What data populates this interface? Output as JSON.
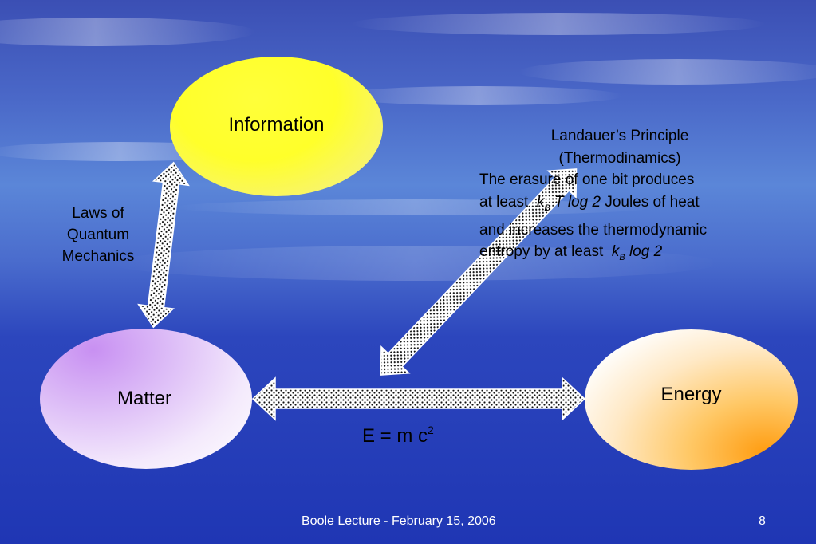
{
  "nodes": {
    "information": "Information",
    "matter": "Matter",
    "energy": "Energy"
  },
  "laws": {
    "line1": "Laws of",
    "line2": "Quantum",
    "line3": "Mechanics"
  },
  "landauer": {
    "title": "Landauer’s Principle",
    "subtitle": "(Thermodinamics)",
    "line1": "The erasure of one bit produces",
    "line2_pre": "at least",
    "k": "k",
    "sub_b": "B",
    "line2_formula": "T log 2",
    "line2_post": "Joules of heat",
    "line3": "and increases the thermodynamic",
    "line4_pre": "entropy by at least",
    "line4_formula": "log 2"
  },
  "equation": {
    "base": "E = m c",
    "exponent": "2"
  },
  "footer": {
    "text": "Boole Lecture - February 15, 2006",
    "page": "8"
  },
  "colors": {
    "arrow_fill": "#ffffff",
    "arrow_dots": "#111111",
    "information": "#ffff2a",
    "matter": "#c890f2",
    "energy": "#ff9c10"
  }
}
